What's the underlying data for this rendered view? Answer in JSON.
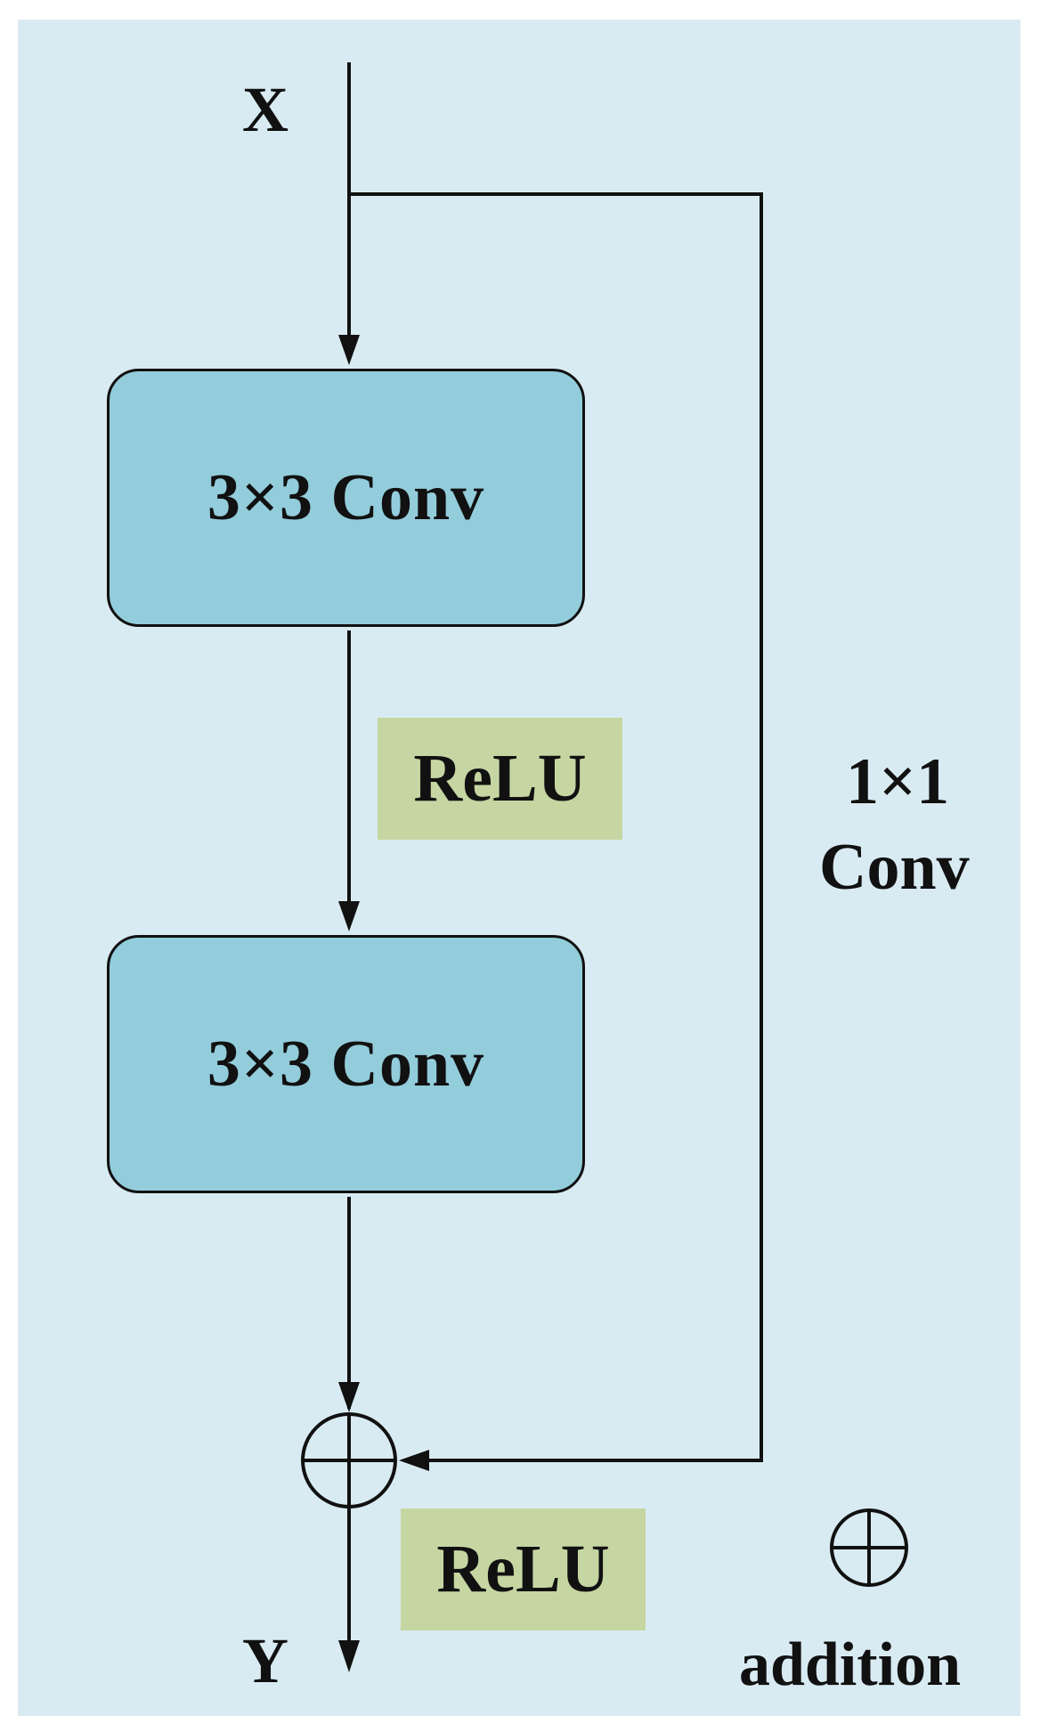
{
  "colors": {
    "panel_background": "#d9ebf2",
    "conv_block_fill": "#93cddb",
    "relu_fill": "#c5d6a2",
    "line": "#111111"
  },
  "input": {
    "label": "X"
  },
  "output": {
    "label": "Y"
  },
  "blocks": {
    "conv1": {
      "label": "3×3 Conv"
    },
    "relu1": {
      "label": "ReLU"
    },
    "conv2": {
      "label": "3×3 Conv"
    },
    "relu2": {
      "label": "ReLU"
    }
  },
  "skip": {
    "label_line1": "1×1",
    "label_line2": "Conv"
  },
  "adder": {
    "icon": "circled-plus-icon"
  },
  "legend": {
    "icon": "circled-plus-icon",
    "label": "addition"
  }
}
